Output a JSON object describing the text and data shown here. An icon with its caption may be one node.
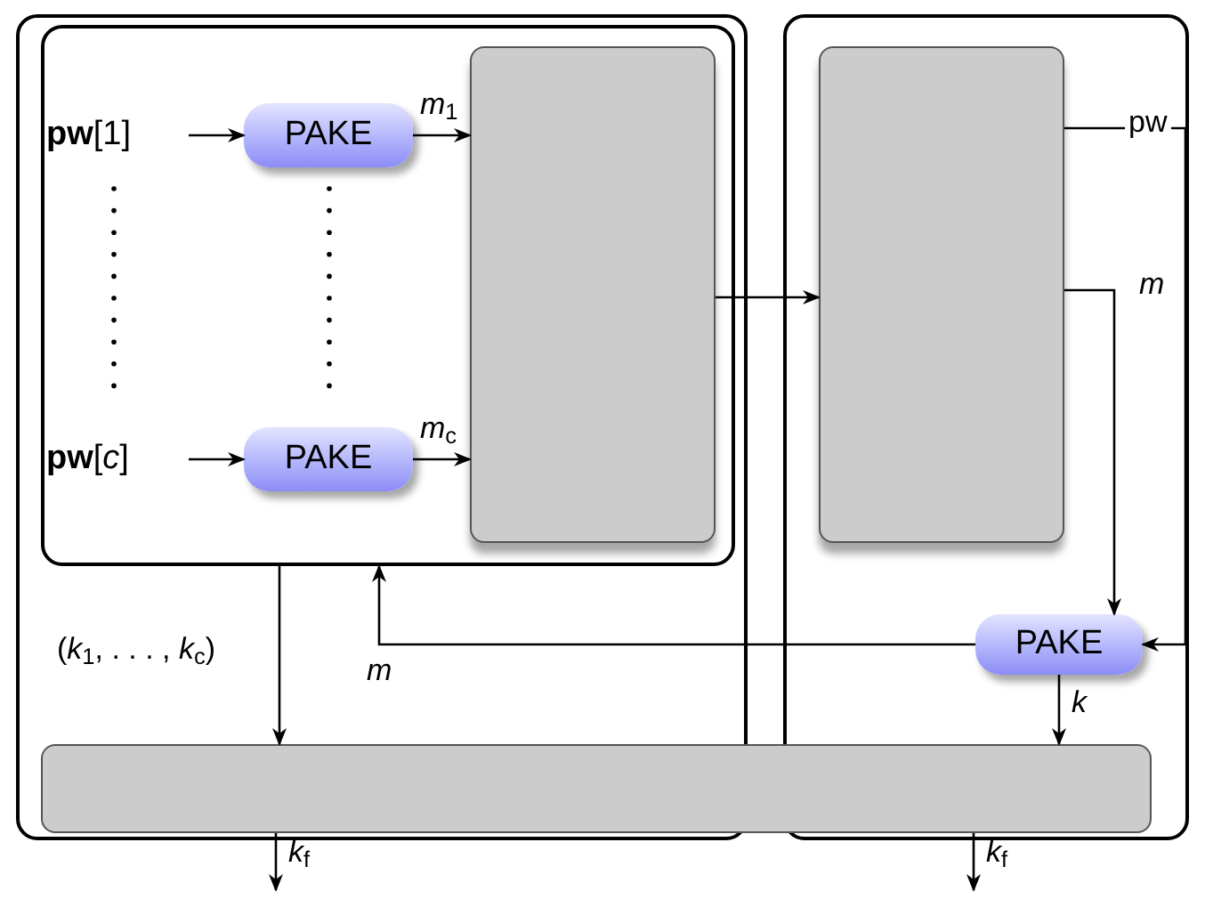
{
  "diagram": {
    "nodes": [
      {
        "text": [],
        "shape": "box"
      },
      {
        "text": [],
        "shape": "box",
        "in": 0
      },
      {
        "text": [
          "**pw**[1]"
        ],
        "in": 1
      },
      {
        "text": [
          "PAKE"
        ],
        "in": 1
      },
      {
        "text": [
          "**pw**[*c*]"
        ],
        "in": 1
      },
      {
        "text": [
          "PAKE"
        ],
        "in": 1
      },
      {
        "text": [],
        "shape": "box",
        "in": 1
      },
      {
        "text": [],
        "shape": "box"
      },
      {
        "text": [],
        "shape": "box",
        "in": 7
      },
      {
        "text": [
          "PAKE"
        ],
        "in": 7
      },
      {
        "text": [],
        "shape": "bar"
      }
    ],
    "edges": [
      {
        "from": 2,
        "to": 3,
        "arrow": "to"
      },
      {
        "from": 3,
        "to": 6,
        "arrow": "to",
        "label": "*m*$_{1}$"
      },
      {
        "from": 4,
        "to": 5,
        "arrow": "to"
      },
      {
        "from": 5,
        "to": 6,
        "arrow": "to",
        "label": "*m*$_{c}$"
      },
      {
        "from": 6,
        "to": 8,
        "arrow": "to"
      },
      {
        "from": 8,
        "to": 9,
        "arrow": "to",
        "label": "pw"
      },
      {
        "from": 8,
        "to": 9,
        "arrow": "to",
        "label": "*m*"
      },
      {
        "from": 9,
        "to": 1,
        "arrow": "to",
        "label": "*m*"
      },
      {
        "from": 1,
        "to": 10,
        "arrow": "to",
        "label": "(*k*$_{1}$, . . . , *k*$_{c}$)"
      },
      {
        "from": 9,
        "to": 10,
        "arrow": "to",
        "label": "*k*"
      },
      {
        "from": 10,
        "to": null,
        "arrow": "to",
        "label": "*k*$_{f}$"
      },
      {
        "from": 10,
        "to": null,
        "arrow": "to",
        "label": "*k*$_{f}$"
      }
    ]
  }
}
